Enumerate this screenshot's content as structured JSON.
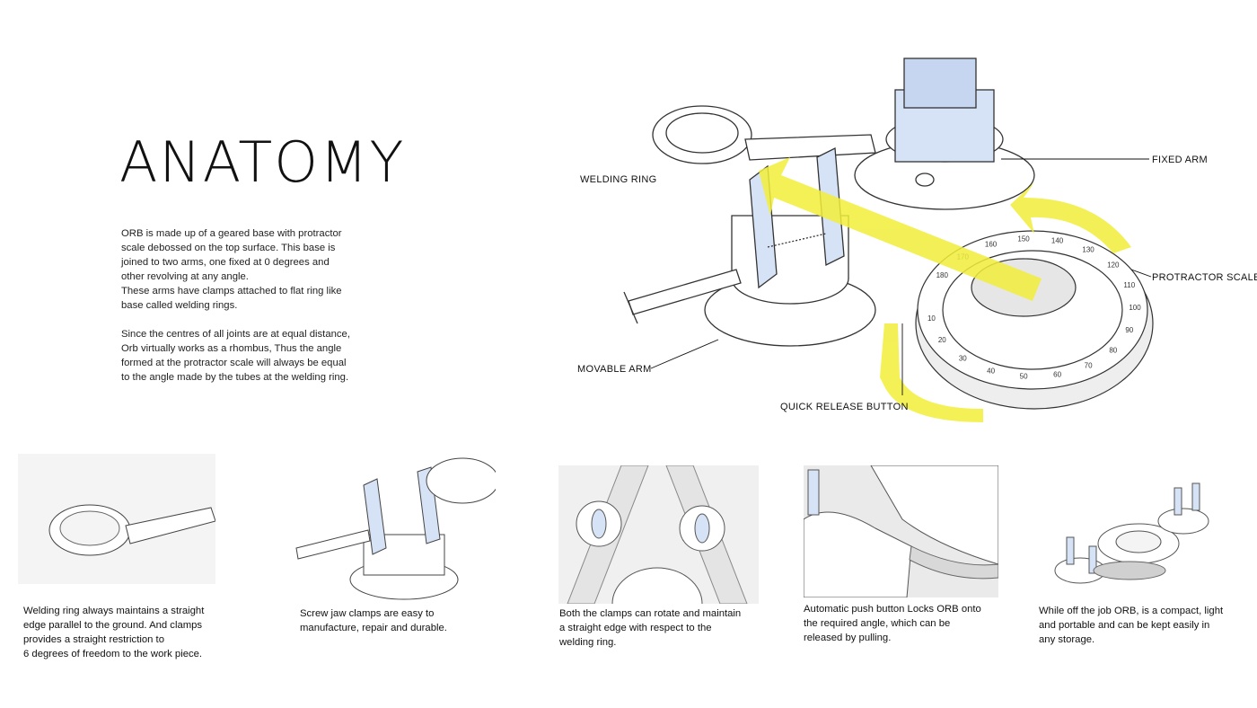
{
  "title": "ANATOMY",
  "intro": {
    "p1": "ORB is made up of a  geared base with protractor\nscale debossed on the top surface. This base is\njoined to two arms, one fixed at 0 degrees and\nother revolving at any angle.\n These arms have clamps attached to flat ring like\nbase called welding rings.",
    "p2": " Since the centres of all joints are at equal distance,\nOrb virtually works as a rhombus, Thus the angle\nformed at the protractor scale will always be equal\nto the angle made by the tubes at the welding ring."
  },
  "callouts": {
    "welding_ring": "WELDING RING",
    "fixed_arm": "FIXED ARM",
    "protractor_scale": "PROTRACTOR SCALE",
    "movable_arm": "MOVABLE ARM",
    "quick_release": "QUICK RELEASE BUTTON"
  },
  "protractor_ticks": [
    "10",
    "20",
    "30",
    "40",
    "50",
    "60",
    "70",
    "80",
    "90",
    "100",
    "110",
    "120",
    "130",
    "140",
    "150",
    "160",
    "170",
    "180"
  ],
  "captions": [
    "Welding ring always maintains a straight\nedge parallel to the  ground. And clamps\nprovides a straight restriction to\n6 degrees of freedom to the work piece.",
    "Screw jaw clamps are easy to\nmanufacture, repair and durable.",
    "Both the clamps can rotate and maintain\na straight edge with respect to the\nwelding ring.",
    "Automatic push button Locks ORB onto\nthe required angle, which can be\n released by pulling.",
    "While off the job ORB, is a compact, light\nand portable and can be kept easily in\nany storage."
  ],
  "colors": {
    "accent_yellow": "#f2ee3a",
    "clamp_blue": "#d6e2f5",
    "line": "#333333"
  }
}
